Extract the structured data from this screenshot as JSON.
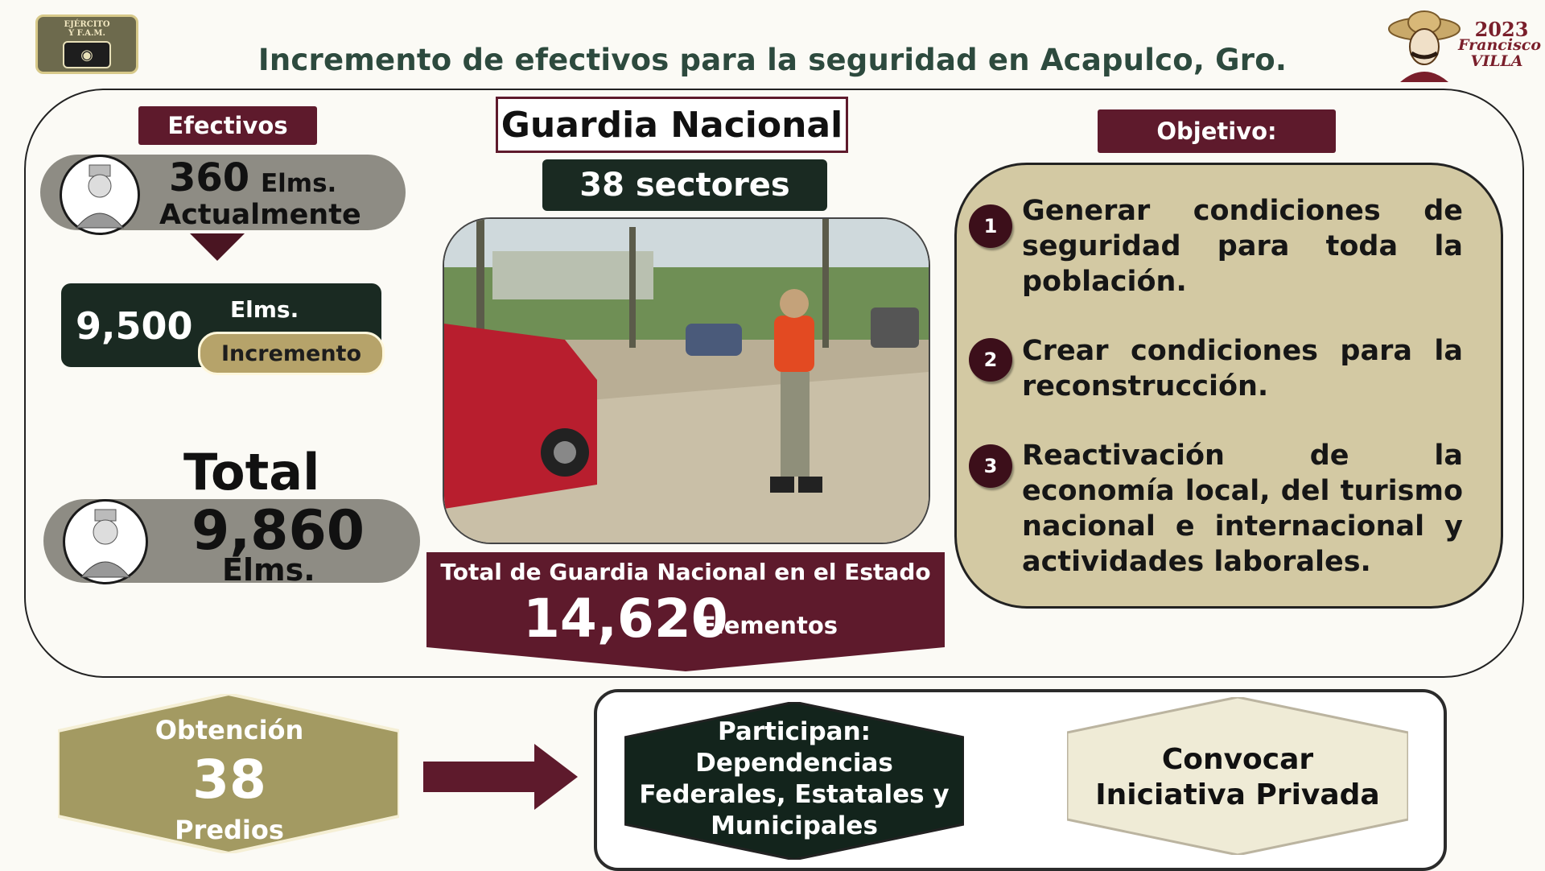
{
  "header": {
    "title": "Incremento de efectivos para la seguridad en Acapulco, Gro.",
    "logo_left_line1": "EJÉRCITO",
    "logo_left_line2": "Y F.A.M.",
    "logo_right_year": "2023",
    "logo_right_name1": "Francisco",
    "logo_right_name2": "VILLA"
  },
  "efectivos": {
    "label": "Efectivos",
    "current_value": "360",
    "current_unit": "Elms.",
    "current_caption": "Actualmente",
    "increase_value": "9,500",
    "increase_unit": "Elms.",
    "increase_caption": "Incremento",
    "total_label": "Total",
    "total_value": "9,860",
    "total_unit": "Elms."
  },
  "guardia": {
    "title": "Guardia Nacional",
    "sectores": "38 sectores",
    "state_total_label": "Total de Guardia Nacional en el Estado",
    "state_total_value": "14,620",
    "state_total_unit": "Elementos"
  },
  "objetivo": {
    "label": "Objetivo:",
    "items": [
      {
        "num": "1",
        "text": "Generar condiciones de seguridad para toda la población."
      },
      {
        "num": "2",
        "text": "Crear condiciones para la reconstrucción."
      },
      {
        "num": "3",
        "text": "Reactivación de la economía local, del turismo nacional e internacional y actividades laborales."
      }
    ]
  },
  "predios": {
    "label": "Obtención",
    "value": "38",
    "unit": "Predios"
  },
  "participan": {
    "line1": "Participan:",
    "line2": "Dependencias",
    "line3": "Federales, Estatales y",
    "line4": "Municipales"
  },
  "convocar": {
    "line1": "Convocar",
    "line2": "Iniciativa Privada"
  },
  "colors": {
    "maroon": "#5e1a2c",
    "dark_green": "#1a2a22",
    "gold": "#b6a36a",
    "title_green": "#2d4a3e"
  }
}
